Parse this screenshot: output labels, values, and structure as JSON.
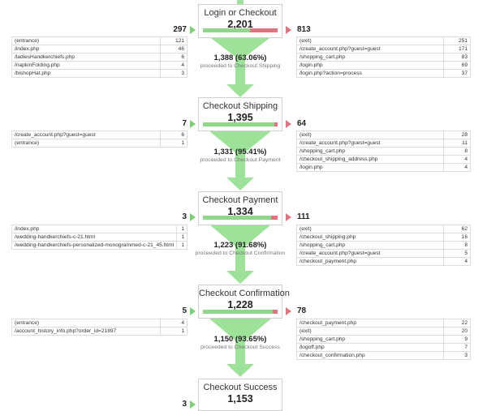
{
  "steps": [
    {
      "name": "Login or Checkout",
      "count": "2,201",
      "in_count": "297",
      "out_count": "813",
      "continue_fraction": 0.631,
      "sources": [
        {
          "page": "(entrance)",
          "value": "121"
        },
        {
          "page": "/index.php",
          "value": "46"
        },
        {
          "page": "/ladiesHandkerchiefs.php",
          "value": "6"
        },
        {
          "page": "/napkinFolding.php",
          "value": "4"
        },
        {
          "page": "/bishopHat.php",
          "value": "3"
        }
      ],
      "exits": [
        {
          "page": "(exit)",
          "value": "251"
        },
        {
          "page": "/create_account.php?guest=guest",
          "value": "171"
        },
        {
          "page": "/shopping_cart.php",
          "value": "83"
        },
        {
          "page": "/login.php",
          "value": "69"
        },
        {
          "page": "/login.php?action=process",
          "value": "37"
        }
      ],
      "proceed_count": "1,388 (63.06%)",
      "proceed_label": "proceeded to Checkout Shipping"
    },
    {
      "name": "Checkout Shipping",
      "count": "1,395",
      "in_count": "7",
      "out_count": "64",
      "continue_fraction": 0.954,
      "sources": [
        {
          "page": "/create_account.php?guest=guest",
          "value": "6"
        },
        {
          "page": "(entrance)",
          "value": "1"
        }
      ],
      "exits": [
        {
          "page": "(exit)",
          "value": "28"
        },
        {
          "page": "/create_account.php?guest=guest",
          "value": "11"
        },
        {
          "page": "/shopping_cart.php",
          "value": "8"
        },
        {
          "page": "/checkout_shipping_address.php",
          "value": "4"
        },
        {
          "page": "/login.php",
          "value": "4"
        }
      ],
      "proceed_count": "1,331 (95.41%)",
      "proceed_label": "proceeded to Checkout Payment"
    },
    {
      "name": "Checkout Payment",
      "count": "1,334",
      "in_count": "3",
      "out_count": "111",
      "continue_fraction": 0.917,
      "sources": [
        {
          "page": "/index.php",
          "value": "1"
        },
        {
          "page": "/wedding-handkerchiefs-c-21.html",
          "value": "1"
        },
        {
          "page": "/wedding-handkerchiefs-personalized-monogrammed-c-21_45.html",
          "value": "1"
        }
      ],
      "exits": [
        {
          "page": "(exit)",
          "value": "62"
        },
        {
          "page": "/checkout_shipping.php",
          "value": "16"
        },
        {
          "page": "/shopping_cart.php",
          "value": "8"
        },
        {
          "page": "/create_account.php?guest=guest",
          "value": "5"
        },
        {
          "page": "/checkout_payment.php",
          "value": "4"
        }
      ],
      "proceed_count": "1,223 (91.68%)",
      "proceed_label": "proceeded to Checkout Confirmation"
    },
    {
      "name": "Checkout Confirmation",
      "count": "1,228",
      "in_count": "5",
      "out_count": "78",
      "continue_fraction": 0.937,
      "sources": [
        {
          "page": "(entrance)",
          "value": "4"
        },
        {
          "page": "/account_history_info.php?order_id=21897",
          "value": "1"
        }
      ],
      "exits": [
        {
          "page": "/checkout_payment.php",
          "value": "22"
        },
        {
          "page": "(exit)",
          "value": "20"
        },
        {
          "page": "/shopping_cart.php",
          "value": "9"
        },
        {
          "page": "/logoff.php",
          "value": "7"
        },
        {
          "page": "/checkout_confirmation.php",
          "value": "3"
        }
      ],
      "proceed_count": "1,150 (93.65%)",
      "proceed_label": "proceeded to Checkout Success"
    },
    {
      "name": "Checkout Success",
      "count": "1,153",
      "in_count": "3"
    }
  ],
  "colors": {
    "continue": "#8fd88a",
    "drop": "#e0737e",
    "in_arrow": "#7cce75",
    "flow": "#9ee29a"
  }
}
